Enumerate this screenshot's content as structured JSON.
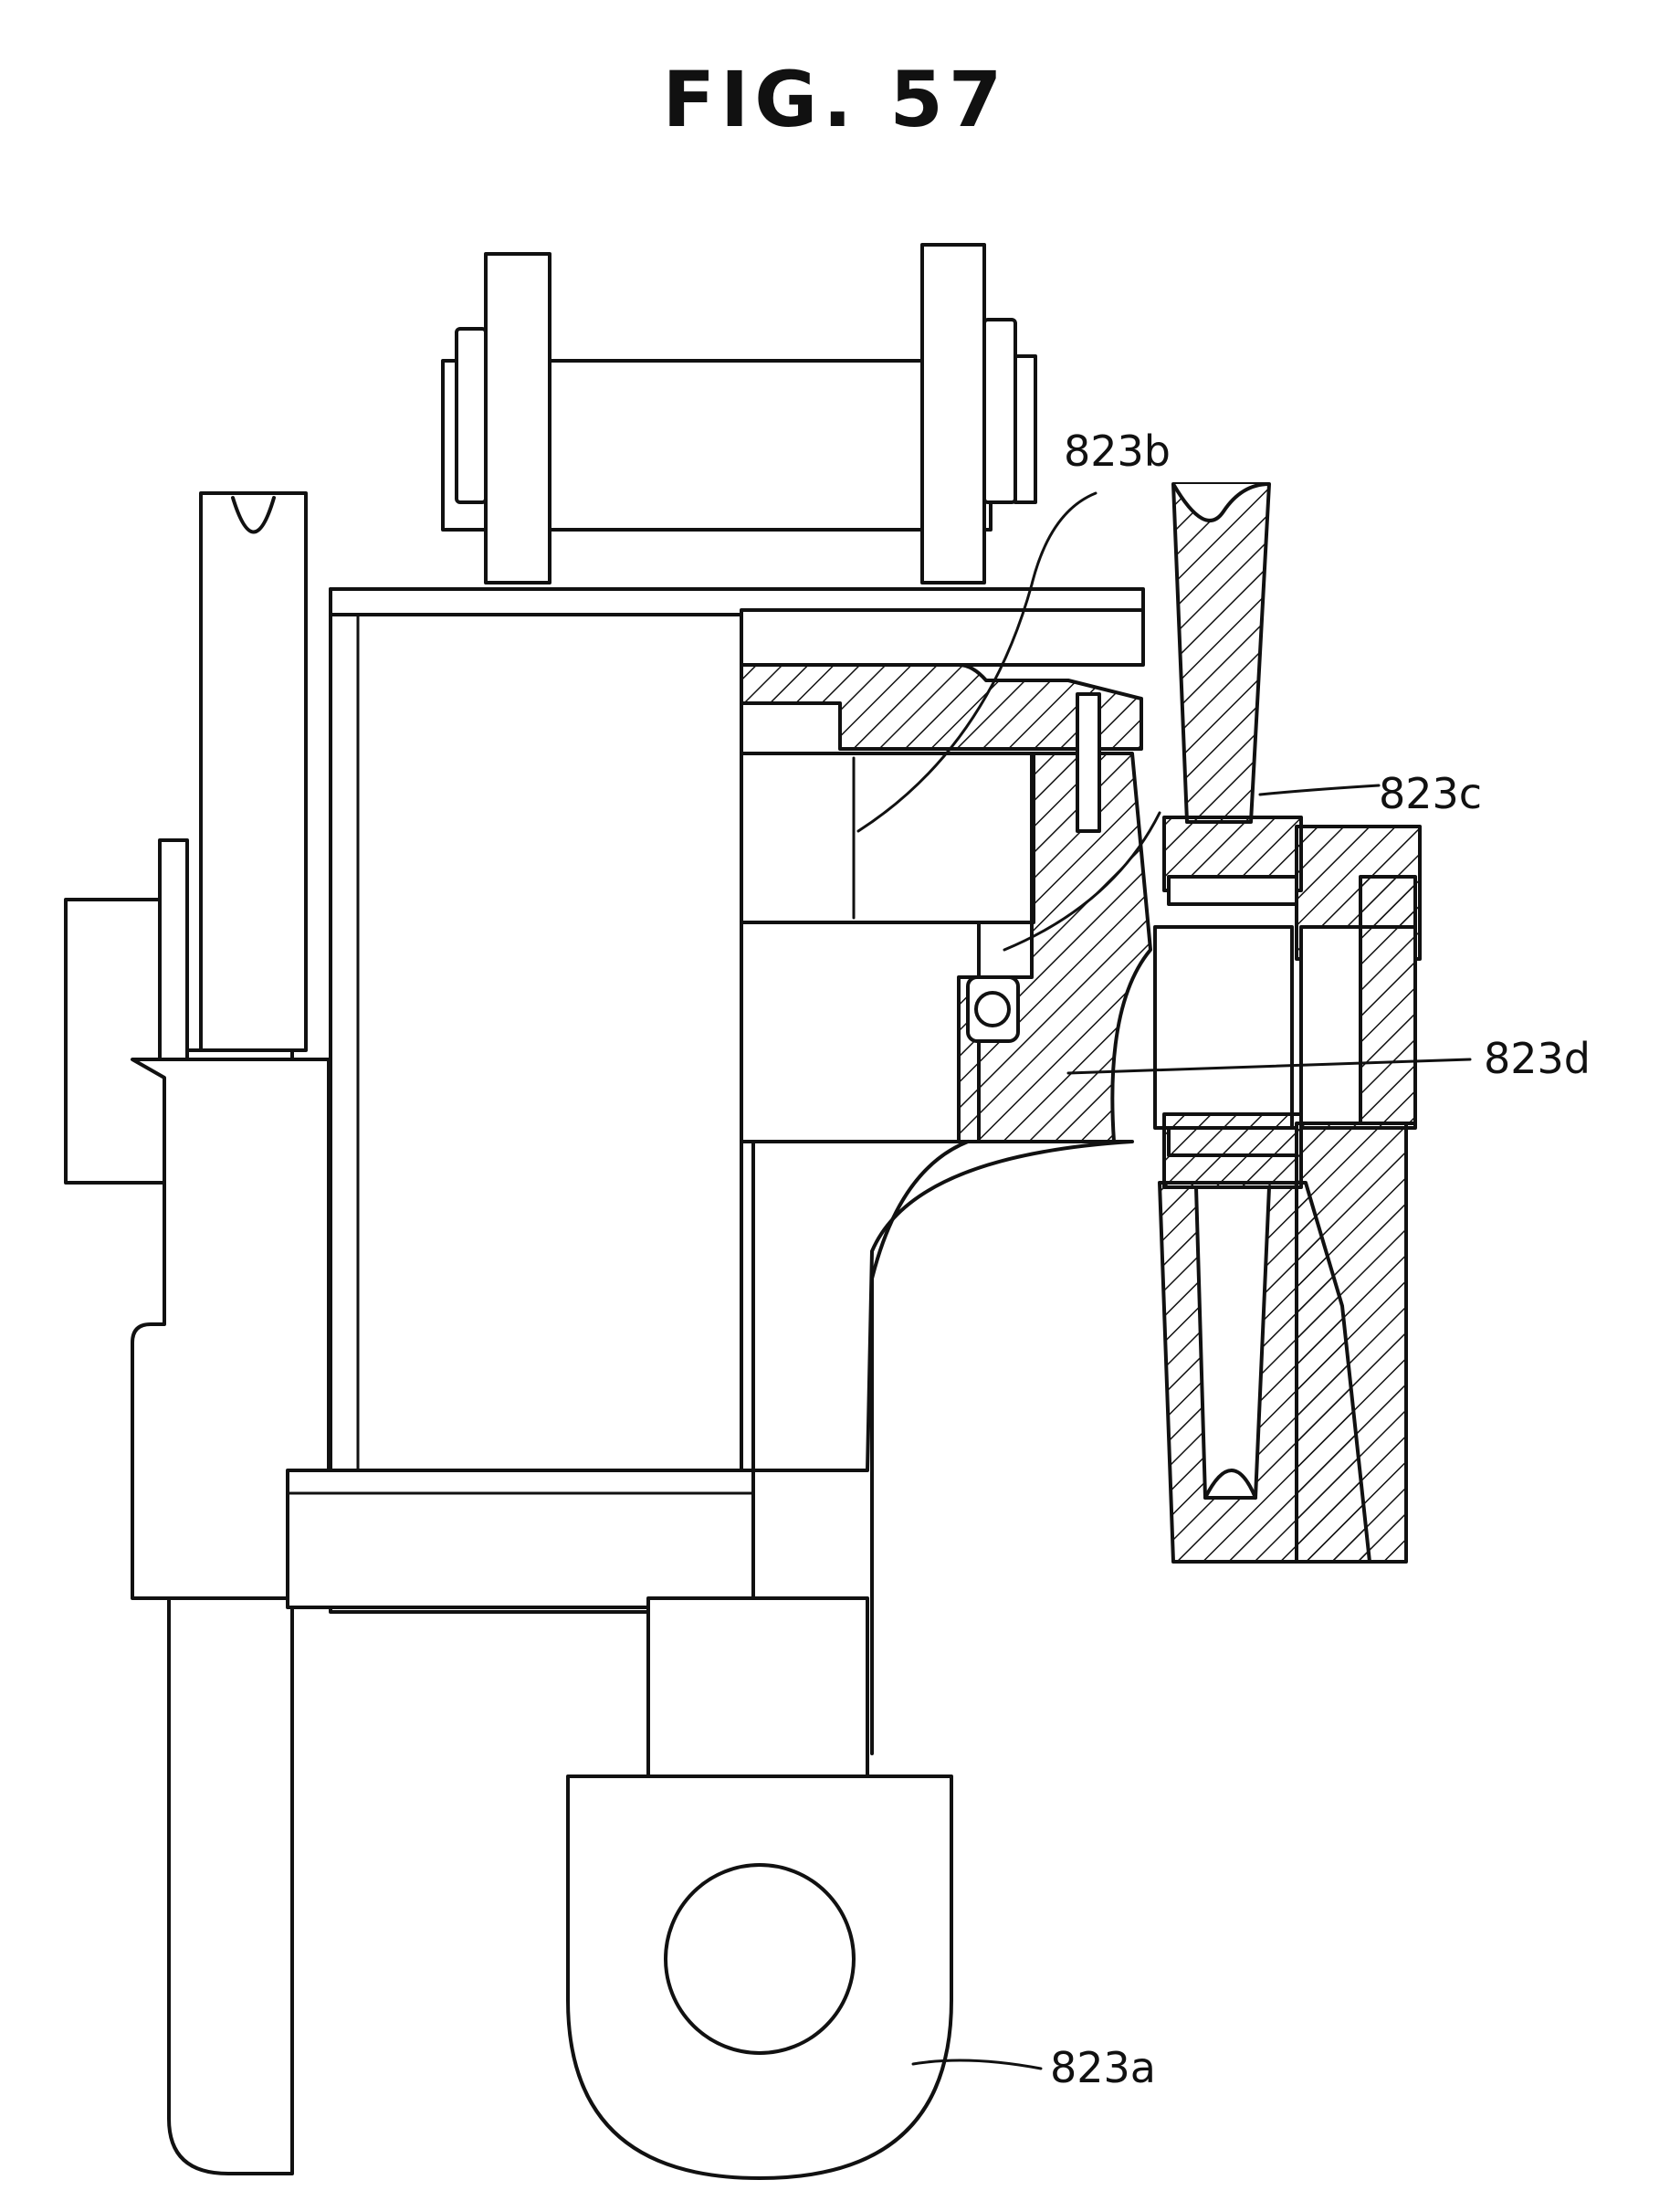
{
  "figure": {
    "title": "FIG. 57"
  },
  "labels": {
    "part_823a": "823a",
    "part_823b": "823b",
    "part_823c": "823c",
    "part_823d": "823d"
  },
  "colors": {
    "ink": "#111111",
    "paper": "#ffffff"
  }
}
